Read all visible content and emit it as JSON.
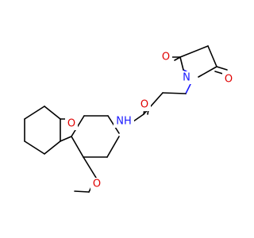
{
  "molecule": {
    "atoms": [
      {
        "id": "o_ring1",
        "symbol": "O",
        "color": "#e00000"
      },
      {
        "id": "o_ring2",
        "symbol": "O",
        "color": "#e00000"
      },
      {
        "id": "n_imide",
        "symbol": "N",
        "color": "#1a1aff"
      },
      {
        "id": "o_amide",
        "symbol": "O",
        "color": "#e00000"
      },
      {
        "id": "nh_amide",
        "symbol": "NH",
        "color": "#1a1aff"
      },
      {
        "id": "o_furan",
        "symbol": "O",
        "color": "#e00000"
      },
      {
        "id": "o_methoxy",
        "symbol": "O",
        "color": "#e00000"
      }
    ],
    "colors": {
      "carbon_bond": "#000000",
      "nitrogen": "#1a1aff",
      "oxygen": "#e00000",
      "background": "#ffffff"
    }
  }
}
